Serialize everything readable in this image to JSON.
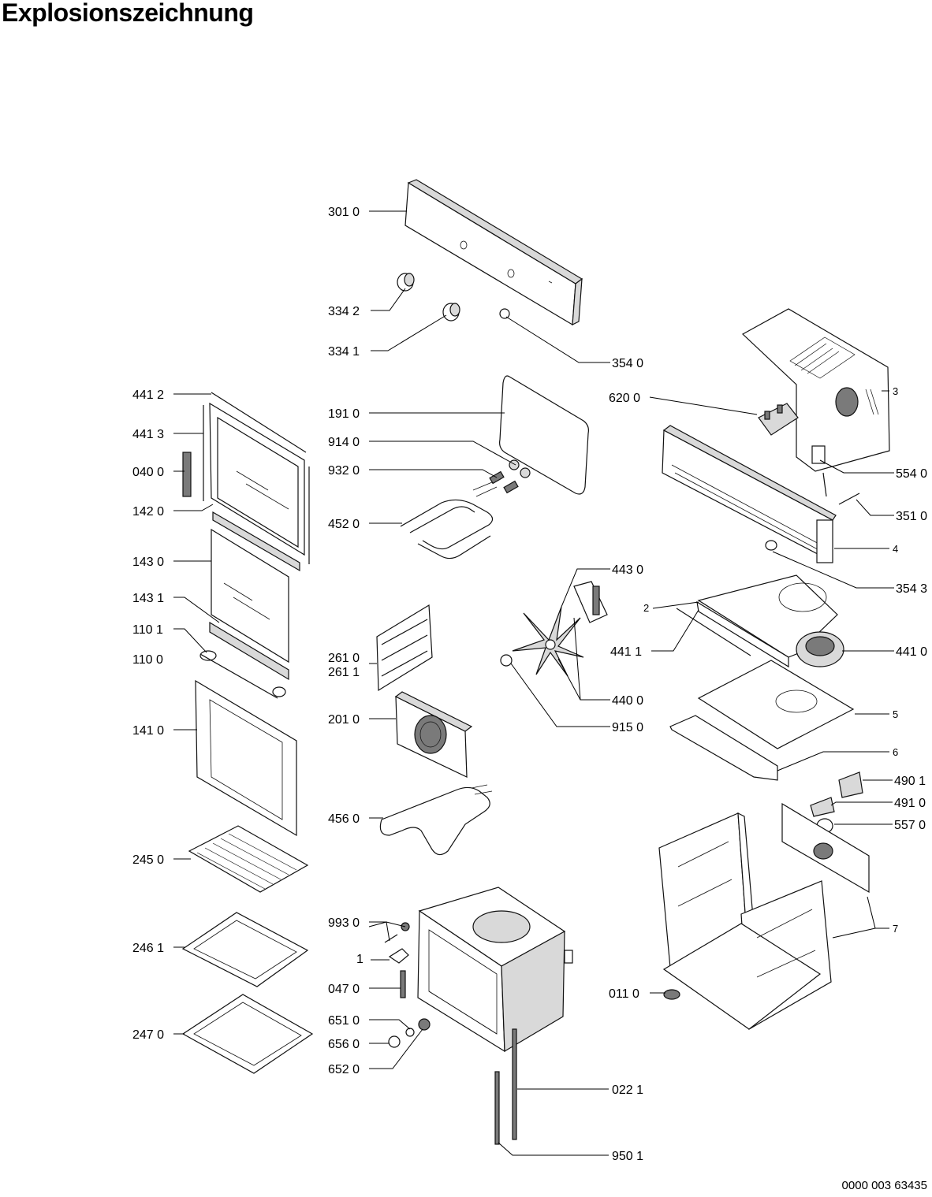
{
  "page": {
    "title": "Explosionszeichnung",
    "document_number": "0000 003 63435"
  },
  "callouts": [
    {
      "id": "c3010",
      "text": "301 0"
    },
    {
      "id": "c3342",
      "text": "334 2"
    },
    {
      "id": "c3341",
      "text": "334 1"
    },
    {
      "id": "c3540",
      "text": "354 0"
    },
    {
      "id": "c4412",
      "text": "441 2"
    },
    {
      "id": "c4413",
      "text": "441 3"
    },
    {
      "id": "c0400",
      "text": "040 0"
    },
    {
      "id": "c1420",
      "text": "142 0"
    },
    {
      "id": "c1430",
      "text": "143 0"
    },
    {
      "id": "c1431",
      "text": "143 1"
    },
    {
      "id": "c1101",
      "text": "110 1"
    },
    {
      "id": "c1100",
      "text": "110 0"
    },
    {
      "id": "c1410",
      "text": "141 0"
    },
    {
      "id": "c2450",
      "text": "245 0"
    },
    {
      "id": "c2461",
      "text": "246 1"
    },
    {
      "id": "c2470",
      "text": "247 0"
    },
    {
      "id": "c1910",
      "text": "191 0"
    },
    {
      "id": "c9140",
      "text": "914 0"
    },
    {
      "id": "c9320",
      "text": "932 0"
    },
    {
      "id": "c4520",
      "text": "452 0"
    },
    {
      "id": "c2610",
      "text": "261 0"
    },
    {
      "id": "c2611",
      "text": "261 1"
    },
    {
      "id": "c2010",
      "text": "201 0"
    },
    {
      "id": "c4560",
      "text": "456 0"
    },
    {
      "id": "c9930",
      "text": "993 0"
    },
    {
      "id": "c1",
      "text": "1"
    },
    {
      "id": "c0470",
      "text": "047 0"
    },
    {
      "id": "c6510",
      "text": "651 0"
    },
    {
      "id": "c6560",
      "text": "656 0"
    },
    {
      "id": "c6520",
      "text": "652 0"
    },
    {
      "id": "c0221",
      "text": "022 1"
    },
    {
      "id": "c9501",
      "text": "950 1"
    },
    {
      "id": "c6200",
      "text": "620 0"
    },
    {
      "id": "c5540",
      "text": "554 0"
    },
    {
      "id": "c3510",
      "text": "351 0"
    },
    {
      "id": "c3543",
      "text": "354 3"
    },
    {
      "id": "c3",
      "text": "3"
    },
    {
      "id": "c4",
      "text": "4"
    },
    {
      "id": "c4430",
      "text": "443 0"
    },
    {
      "id": "c2",
      "text": "2"
    },
    {
      "id": "c4411",
      "text": "441 1"
    },
    {
      "id": "c4410",
      "text": "441 0"
    },
    {
      "id": "c4400",
      "text": "440 0"
    },
    {
      "id": "c9150",
      "text": "915 0"
    },
    {
      "id": "c5",
      "text": "5"
    },
    {
      "id": "c6",
      "text": "6"
    },
    {
      "id": "c4901",
      "text": "490 1"
    },
    {
      "id": "c4910",
      "text": "491 0"
    },
    {
      "id": "c5570",
      "text": "557 0"
    },
    {
      "id": "c7",
      "text": "7"
    },
    {
      "id": "c0110",
      "text": "011 0"
    }
  ]
}
